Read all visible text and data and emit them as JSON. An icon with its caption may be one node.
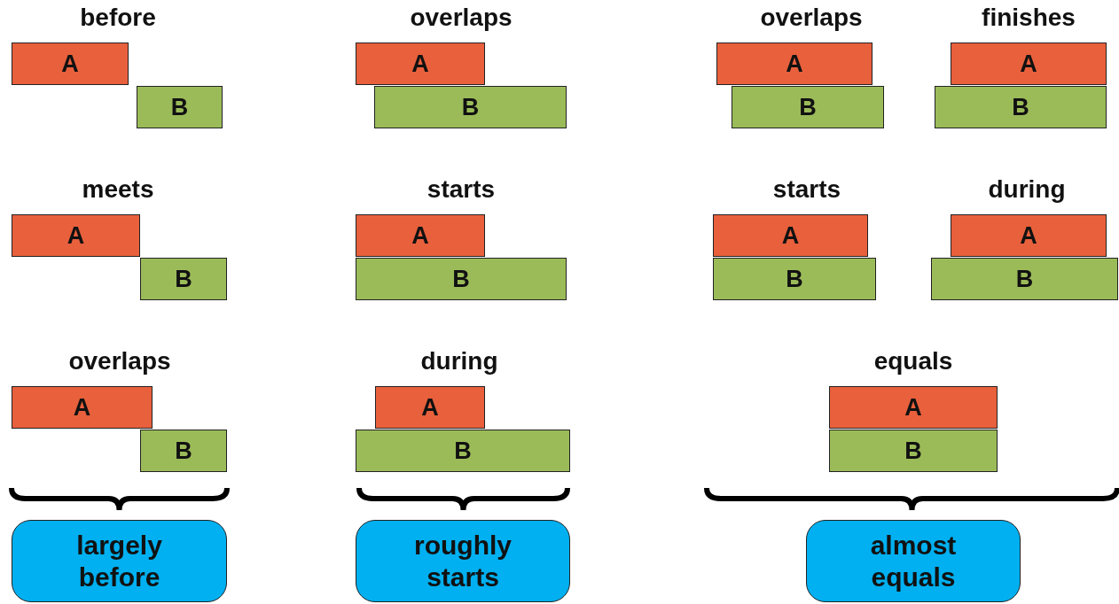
{
  "diagram": {
    "nodes": [
      {
        "text": [
          "A"
        ]
      },
      {
        "text": [
          "B"
        ]
      },
      {
        "text": [
          "A"
        ]
      },
      {
        "text": [
          "B"
        ]
      },
      {
        "text": [
          "A"
        ]
      },
      {
        "text": [
          "B"
        ]
      },
      {
        "text": [
          "A"
        ]
      },
      {
        "text": [
          "B"
        ]
      },
      {
        "text": [
          "A"
        ]
      },
      {
        "text": [
          "B"
        ]
      },
      {
        "text": [
          "A"
        ]
      },
      {
        "text": [
          "B"
        ]
      },
      {
        "text": [
          "A"
        ]
      },
      {
        "text": [
          "B"
        ]
      },
      {
        "text": [
          "A"
        ]
      },
      {
        "text": [
          "B"
        ]
      },
      {
        "text": [
          "A"
        ]
      },
      {
        "text": [
          "B"
        ]
      },
      {
        "text": [
          "A"
        ]
      },
      {
        "text": [
          "B"
        ]
      },
      {
        "text": [
          "A"
        ]
      },
      {
        "text": [
          "B"
        ]
      },
      {
        "text": [
          "largely before"
        ]
      },
      {
        "text": [
          "roughly starts"
        ]
      },
      {
        "text": [
          "almost equals"
        ]
      }
    ],
    "edges": [],
    "labels": [
      "before",
      "overlaps",
      "overlaps",
      "finishes",
      "meets",
      "starts",
      "starts",
      "during",
      "overlaps",
      "during",
      "equals"
    ]
  }
}
